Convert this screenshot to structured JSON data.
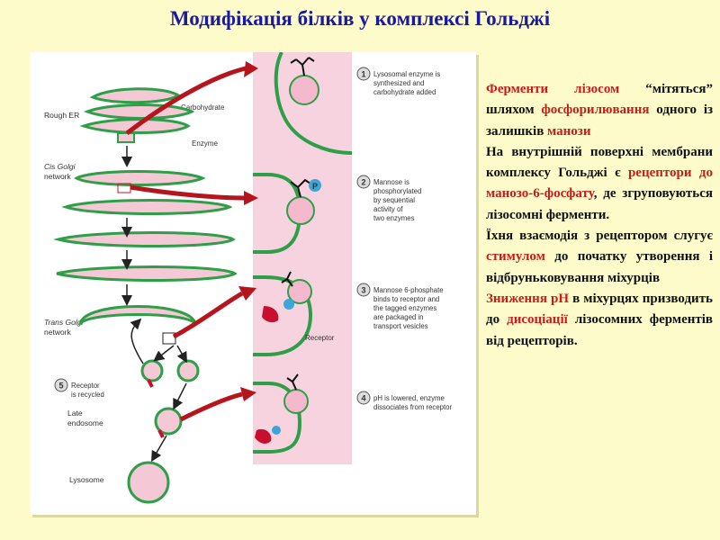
{
  "title": "Модифікація білків у комплексі Гольджі",
  "figure": {
    "compartments": {
      "rough_er": "Rough ER",
      "cis_golgi": [
        "Cis Golgi",
        "network"
      ],
      "trans_golgi": [
        "Trans Golgi",
        "network"
      ],
      "late_endosome": [
        "Late",
        "endosome"
      ],
      "lysosome": "Lysosome"
    },
    "inset_labels": {
      "carbohydrate": "Carbohydrate",
      "enzyme": "Enzyme",
      "receptor": "Receptor",
      "phosphate": "P"
    },
    "steps": [
      {
        "num": "1",
        "lines": [
          "Lysosomal enzyme is",
          "synthesized and",
          "carbohydrate added"
        ]
      },
      {
        "num": "2",
        "lines": [
          "Mannose is",
          "phosphorylated",
          "by sequential",
          "activity of",
          "two enzymes"
        ]
      },
      {
        "num": "3",
        "lines": [
          "Mannose 6-phosphate",
          "binds to receptor and",
          "the tagged enzymes",
          "are packaged in",
          "transport vesicles"
        ]
      },
      {
        "num": "4",
        "lines": [
          "pH is lowered, enzyme",
          "dissociates from receptor"
        ]
      },
      {
        "num": "5",
        "lines": [
          "Receptor",
          "is recycled"
        ]
      }
    ]
  },
  "text": {
    "p1_a": "Ферменти",
    "p1_b": "лізосом",
    "p1_c": "“мітяться” шляхом",
    "p1_d": "фосфорилювання",
    "p1_e": "одного із залишків",
    "p1_f": "манози",
    "p2_a": "На внутрішній поверхні мембрани комплексу Гольджі є",
    "p2_b": "рецептори до манозо-6-фосфату",
    "p2_c": ", де згруповуються лізосомні ферменти.",
    "p3_a": "Їхня взаємодія з рецептором слугує",
    "p3_b": "стимулом",
    "p3_c": "до початку утворення і відбруньковування міхурців",
    "p4_a": "Зниження рН",
    "p4_b": "в міхурцях призводить до",
    "p4_c": "дисоціації",
    "p4_d": "лізосомних ферментів від рецепторів."
  },
  "colors": {
    "background": "#fdfbc9",
    "title": "#1a1a9c",
    "highlight": "#cc1b1b",
    "membrane": "#2f9e48",
    "lumen": "#f5c8d6",
    "inset": "#f7d3df",
    "arrow": "#b5161d"
  }
}
